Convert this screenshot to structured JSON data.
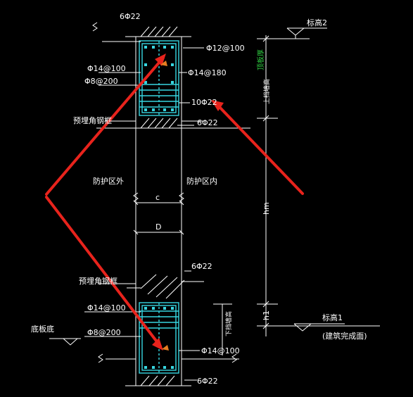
{
  "labels": {
    "top_bars": "6Φ22",
    "top_stirrup_right": "Φ12@100",
    "top_left_1": "Φ14@100",
    "top_left_2": "Φ8@200",
    "top_right_2": "Φ14@180",
    "top_side_bars": "10Φ22",
    "top_bottom_bars": "6Φ22",
    "embed_frame_top": "预埋角钢框",
    "outside": "防护区外",
    "inside": "防护区内",
    "dim_c": "c",
    "dim_d": "D",
    "bot_top_bars": "6Φ22",
    "embed_frame_bot": "预埋角钢框",
    "bot_left_1": "Φ14@100",
    "bot_left_2": "Φ8@200",
    "bot_right": "Φ14@100",
    "bot_bottom_bars": "6Φ22",
    "floor_bottom": "底板底",
    "level_2": "标高2",
    "level_1": "标高1",
    "level_1_note": "(建筑完成面)",
    "dim_hm": "hm",
    "dim_h1": "h1",
    "upper_beam_height": "上挡墙高",
    "lower_beam_height": "下挡墙高",
    "green_mark": "顶板厚"
  },
  "colors": {
    "background": "#000000",
    "line": "#ffffff",
    "rebar": "#37d6e0",
    "arrow": "#e8231c",
    "green_text": "#2ecc40",
    "marker": "#e67e22"
  }
}
